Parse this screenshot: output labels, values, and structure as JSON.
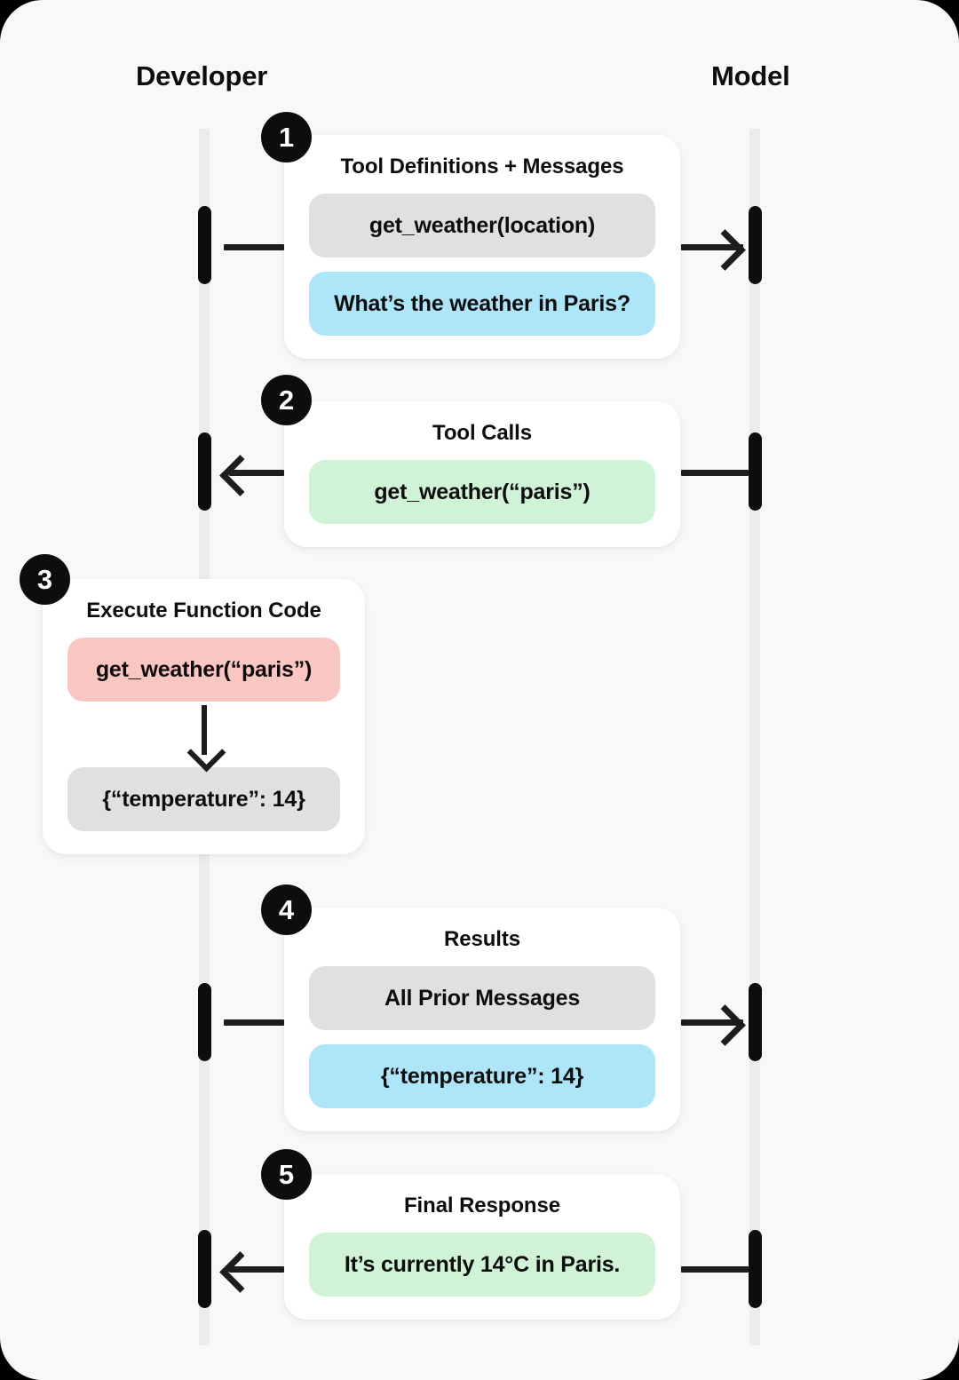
{
  "columns": {
    "developer": "Developer",
    "model": "Model"
  },
  "colors": {
    "background": "#F7F8F8",
    "card": "#FFFFFF",
    "ink": "#0D0D0D",
    "lifeline": "#ECECEC",
    "pill_gray": "#E0E0E0",
    "pill_blue": "#ADE6F8",
    "pill_green": "#D0F2D7",
    "pill_pink": "#F9C6C1"
  },
  "steps": [
    {
      "number": "1",
      "title": "Tool Definitions + Messages",
      "direction": "developer-to-model",
      "pills": [
        {
          "text": "get_weather(location)",
          "color": "gray"
        },
        {
          "text": "What’s the weather in Paris?",
          "color": "blue"
        }
      ]
    },
    {
      "number": "2",
      "title": "Tool Calls",
      "direction": "model-to-developer",
      "pills": [
        {
          "text": "get_weather(“paris”)",
          "color": "green"
        }
      ]
    },
    {
      "number": "3",
      "title": "Execute Function Code",
      "direction": "self",
      "pills": [
        {
          "text": "get_weather(“paris”)",
          "color": "pink"
        },
        {
          "text": "{“temperature”: 14}",
          "color": "gray"
        }
      ],
      "inner_arrow": "down-arrow"
    },
    {
      "number": "4",
      "title": "Results",
      "direction": "developer-to-model",
      "pills": [
        {
          "text": "All Prior Messages",
          "color": "gray"
        },
        {
          "text": "{“temperature”: 14}",
          "color": "blue"
        }
      ]
    },
    {
      "number": "5",
      "title": "Final Response",
      "direction": "model-to-developer",
      "pills": [
        {
          "text": "It’s currently 14°C in Paris.",
          "color": "green"
        }
      ]
    }
  ]
}
